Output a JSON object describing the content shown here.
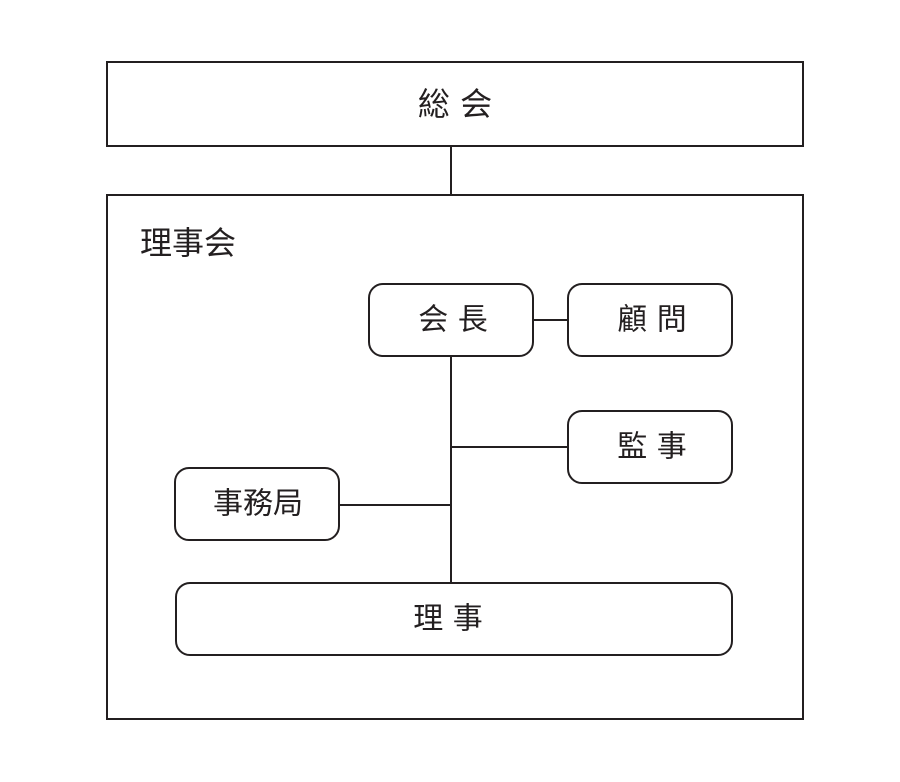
{
  "diagram": {
    "general_assembly": "総 会",
    "board_title": "理事会",
    "chairman": "会 長",
    "advisor": "顧 問",
    "auditor": "監 事",
    "secretariat": "事務局",
    "directors": "理 事"
  },
  "colors": {
    "stroke": "#231f20",
    "background": "#ffffff"
  }
}
